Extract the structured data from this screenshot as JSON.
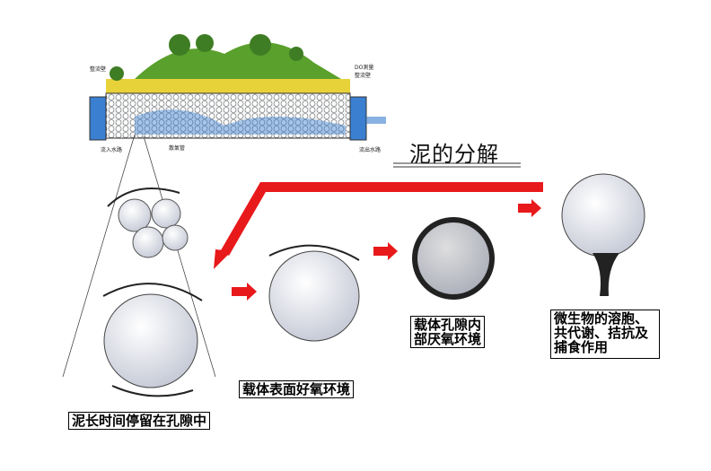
{
  "title": "泥的分解",
  "facility_labels": {
    "left_wall": "整流壁",
    "do_meter": "DO測量",
    "right_wall": "整流壁",
    "inlet": "流入水路",
    "diffuser": "散氣管",
    "outlet": "流出水路"
  },
  "captions": {
    "retention": "泥长时间停留在孔隙中",
    "surface": "载体表面好氧环境",
    "interior": [
      "载体孔隙内",
      "部厌氧环境"
    ],
    "microbe": [
      "微生物的溶胞、",
      "共代谢、拮抗及",
      "捕食作用"
    ]
  },
  "colors": {
    "arrow": "#e8191b",
    "water": "#3a7fd0",
    "grass": "#4f9a2a",
    "soil": "#e8d23a"
  }
}
